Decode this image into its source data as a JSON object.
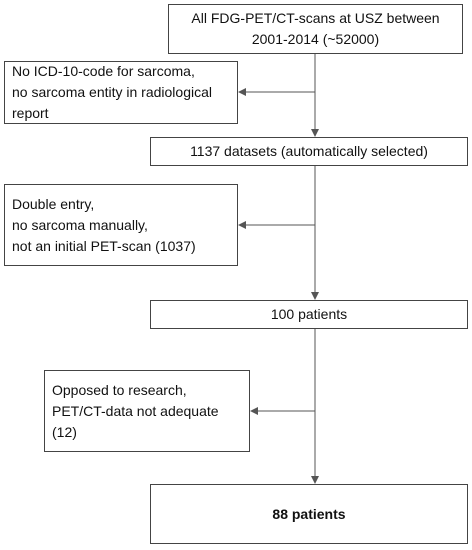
{
  "flowchart": {
    "start": {
      "label": "All FDG-PET/CT-scans at USZ between\n2001-2014 (~52000)"
    },
    "exclusion_1": {
      "label": "No ICD-10-code for sarcoma,\nno sarcoma entity in radiological\nreport"
    },
    "step_1": {
      "label": "1137 datasets (automatically selected)"
    },
    "exclusion_2": {
      "label": "Double entry,\nno sarcoma manually,\nnot an initial PET-scan (1037)"
    },
    "step_2": {
      "label": "100 patients"
    },
    "exclusion_3": {
      "label": "Opposed to research,\nPET/CT-data not adequate\n(12)"
    },
    "final": {
      "label": "88 patients"
    }
  },
  "colors": {
    "border": "#444444",
    "arrow": "#555555",
    "text": "#111111"
  }
}
